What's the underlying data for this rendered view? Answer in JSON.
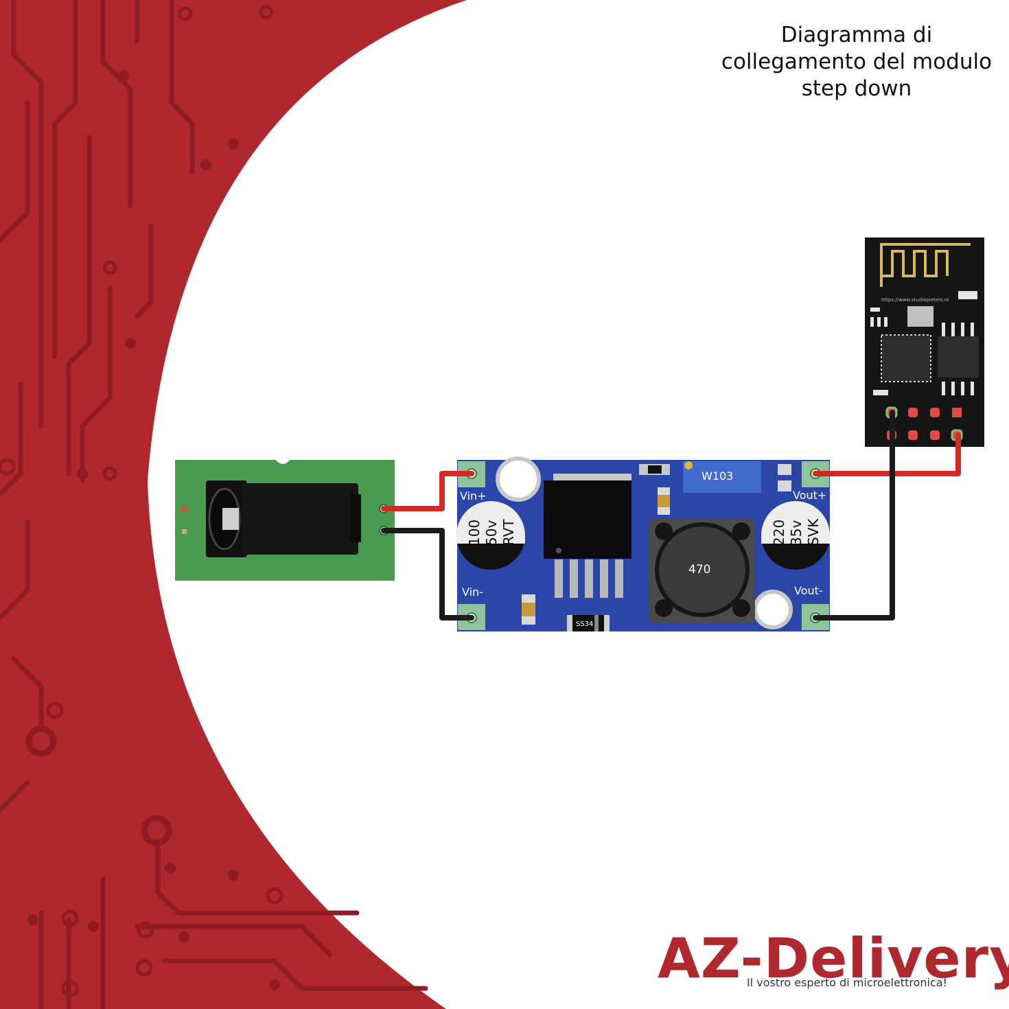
{
  "title": {
    "line1": "Diagramma di",
    "line2": "collegamento del modulo",
    "line3": "step down"
  },
  "module": {
    "pins": {
      "vin_plus": "Vin+",
      "vin_minus": "Vin-",
      "vout_plus": "Vout+",
      "vout_minus": "Vout-"
    },
    "cap_in": {
      "l1": "100",
      "l2": "50v",
      "l3": "RVT"
    },
    "cap_out": {
      "l1": "220",
      "l2": "35v",
      "l3": "SVK"
    },
    "pot_label": "W103",
    "inductor_label": "470",
    "diode_label": "SS34"
  },
  "esp": {
    "url_text": "https://www.studiopieters.nl"
  },
  "brand": {
    "name": "AZ-Delivery",
    "tagline": "Il vostro esperto di microelettronica!"
  },
  "colors": {
    "background_red": "#b0282e",
    "trace_dark": "#8e1c22",
    "board_blue": "#2b45a8",
    "jack_board_green": "#4a9a52",
    "wire_red": "#d42a23",
    "wire_black": "#1b1b1b",
    "esp_board": "#151515"
  }
}
